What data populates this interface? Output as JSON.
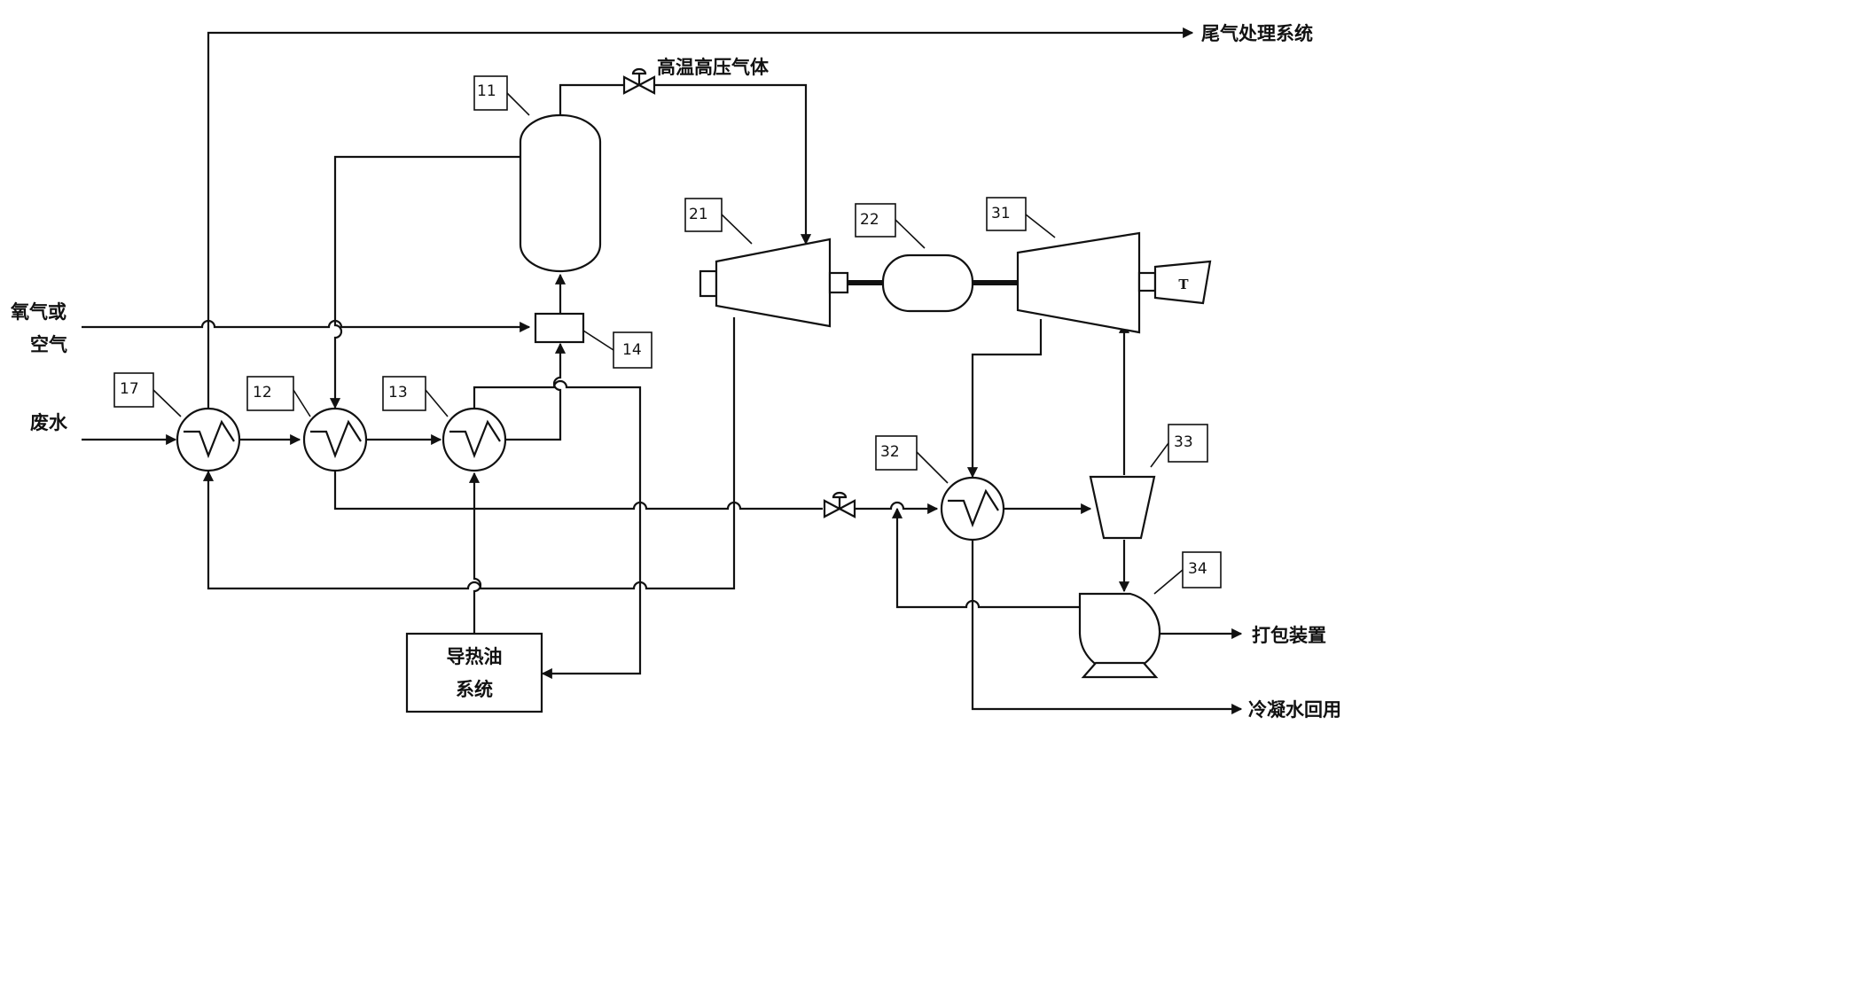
{
  "labels": {
    "exhaust": "尾气处理系统",
    "hthp_gas": "高温高压气体",
    "oxygen_line1": "氧气或",
    "oxygen_line2": "空气",
    "wastewater": "废水",
    "oil_line1": "导热油",
    "oil_line2": "系统",
    "packing": "打包装置",
    "condensate": "冷凝水回用",
    "turbine_t": "T"
  },
  "tags": {
    "reactor": "11",
    "hx12": "12",
    "hx13": "13",
    "mixer": "14",
    "hx17": "17",
    "turbine": "21",
    "generator": "22",
    "compressor": "31",
    "condenser": "32",
    "separator": "33",
    "pump": "34"
  }
}
